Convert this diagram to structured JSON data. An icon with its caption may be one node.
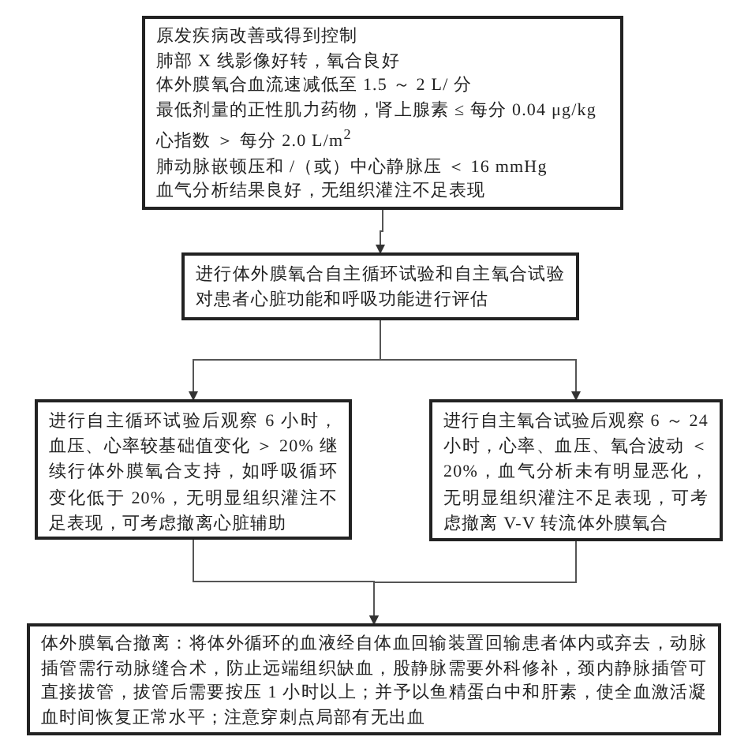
{
  "diagram": {
    "nodes": [
      {
        "text": [
          "原发疾病改善或得到控制",
          "肺部 X 线影像好转，氧合良好",
          "体外膜氧合血流速减低至 1.5 ～ 2 L/ 分",
          "最低剂量的正性肌力药物，肾上腺素 ≤ 每分 0.04 μg/kg",
          "心指数 ＞ 每分 2.0 L/m$^{2}$",
          "肺动脉嵌顿压和 /（或）中心静脉压 ＜ 16 mmHg",
          "血气分析结果良好，无组织灌注不足表现"
        ]
      },
      {
        "text": [
          "进行体外膜氧合自主循环试验和自主氧合试验对患者心脏功能和呼吸功能进行评估"
        ]
      },
      {
        "text": [
          "进行自主循环试验后观察 6 小时，血压、心率较基础值变化 ＞ 20% 继续行体外膜氧合支持，如呼吸循环变化低于 20%，无明显组织灌注不足表现，可考虑撤离心脏辅助"
        ]
      },
      {
        "text": [
          "进行自主氧合试验后观察 6 ～ 24 小时，心率、血压、氧合波动 ＜ 20%，血气分析未有明显恶化，无明显组织灌注不足表现，可考虑撤离 V-V 转流体外膜氧合"
        ]
      },
      {
        "text": [
          "体外膜氧合撤离：将体外循环的血液经自体血回输装置回输患者体内或弃去，动脉插管需行动脉缝合术，防止远端组织缺血，股静脉需要外科修补，颈内静脉插管可直接拔管，拔管后需要按压 1 小时以上；并予以鱼精蛋白中和肝素，使全血激活凝血时间恢复正常水平；注意穿刺点局部有无出血"
        ]
      }
    ],
    "edges": [
      {
        "from": 0,
        "to": 1,
        "arrow": "to"
      },
      {
        "from": 1,
        "to": 2,
        "arrow": "to"
      },
      {
        "from": 1,
        "to": 3,
        "arrow": "to"
      },
      {
        "from": 2,
        "to": 4,
        "arrow": "to"
      },
      {
        "from": 3,
        "to": 4,
        "arrow": "to"
      }
    ]
  }
}
